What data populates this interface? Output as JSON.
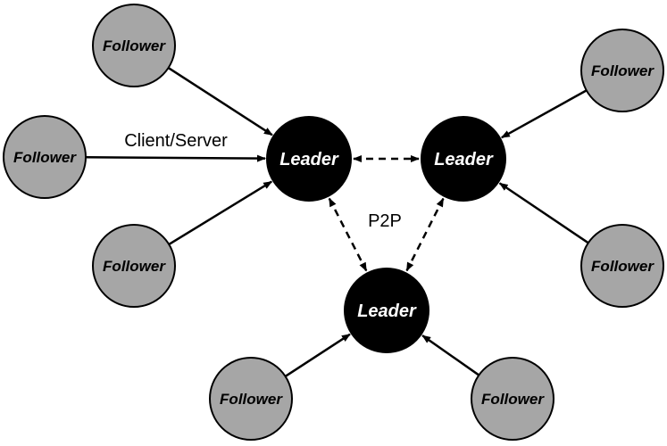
{
  "colors": {
    "follower_fill": "#a6a6a6",
    "leader_fill": "#000000",
    "stroke": "#000000",
    "background": "#ffffff"
  },
  "labels": {
    "client_server": "Client/Server",
    "p2p": "P2P"
  },
  "leaders": [
    {
      "id": "L1",
      "label": "Leader"
    },
    {
      "id": "L2",
      "label": "Leader"
    },
    {
      "id": "L3",
      "label": "Leader"
    }
  ],
  "followers": [
    {
      "id": "F1",
      "label": "Follower",
      "leader": "L1"
    },
    {
      "id": "F2",
      "label": "Follower",
      "leader": "L1"
    },
    {
      "id": "F3",
      "label": "Follower",
      "leader": "L1"
    },
    {
      "id": "F4",
      "label": "Follower",
      "leader": "L2"
    },
    {
      "id": "F5",
      "label": "Follower",
      "leader": "L2"
    },
    {
      "id": "F6",
      "label": "Follower",
      "leader": "L3"
    },
    {
      "id": "F7",
      "label": "Follower",
      "leader": "L3"
    }
  ],
  "p2p_links": [
    {
      "from": "L1",
      "to": "L2"
    },
    {
      "from": "L1",
      "to": "L3"
    },
    {
      "from": "L2",
      "to": "L3"
    }
  ]
}
